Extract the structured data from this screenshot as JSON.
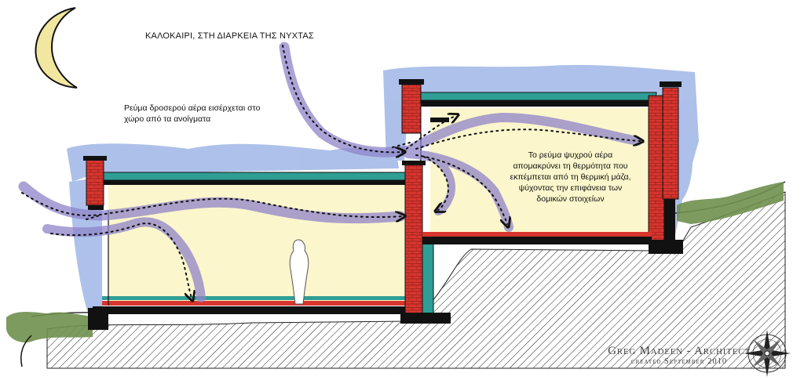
{
  "diagram": {
    "title": "ΚΑΛΟΚΑΙΡΙ, ΣΤΗ ΔΙΑΡΚΕΙΑ ΤΗΣ ΝΥΧΤΑΣ",
    "note_inflow_line1": "Ρεύμα δροσερού αέρα εισέρχεται στο",
    "note_inflow_line2": "χώρο από τα ανοίγματα",
    "note_cooling_line1": "Το ρεύμα ψυχρού αέρα",
    "note_cooling_line2": "απομακρύνει τη θερμότητα που",
    "note_cooling_line3": "εκπέμπεται από τη θερμική μάζα,",
    "note_cooling_line4": "ψύχοντας την επιφάνεια των",
    "note_cooling_line5": "δομικών στοιχείων"
  },
  "credit": {
    "name": "Greg Madeen - Architect",
    "date": "created September 2010"
  },
  "colors": {
    "sky_wash": "#9fb6e6",
    "interior": "#fbf6cc",
    "brick": "#d8352e",
    "teal_slab": "#2f9e95",
    "airflow": "#8f84c9",
    "moon": "#f1e7a0",
    "ground_hatch": "#222222",
    "vegetation": "#6f8f4e"
  },
  "icons": [
    "crescent-moon-icon",
    "human-figure-icon",
    "compass-rose-icon"
  ]
}
